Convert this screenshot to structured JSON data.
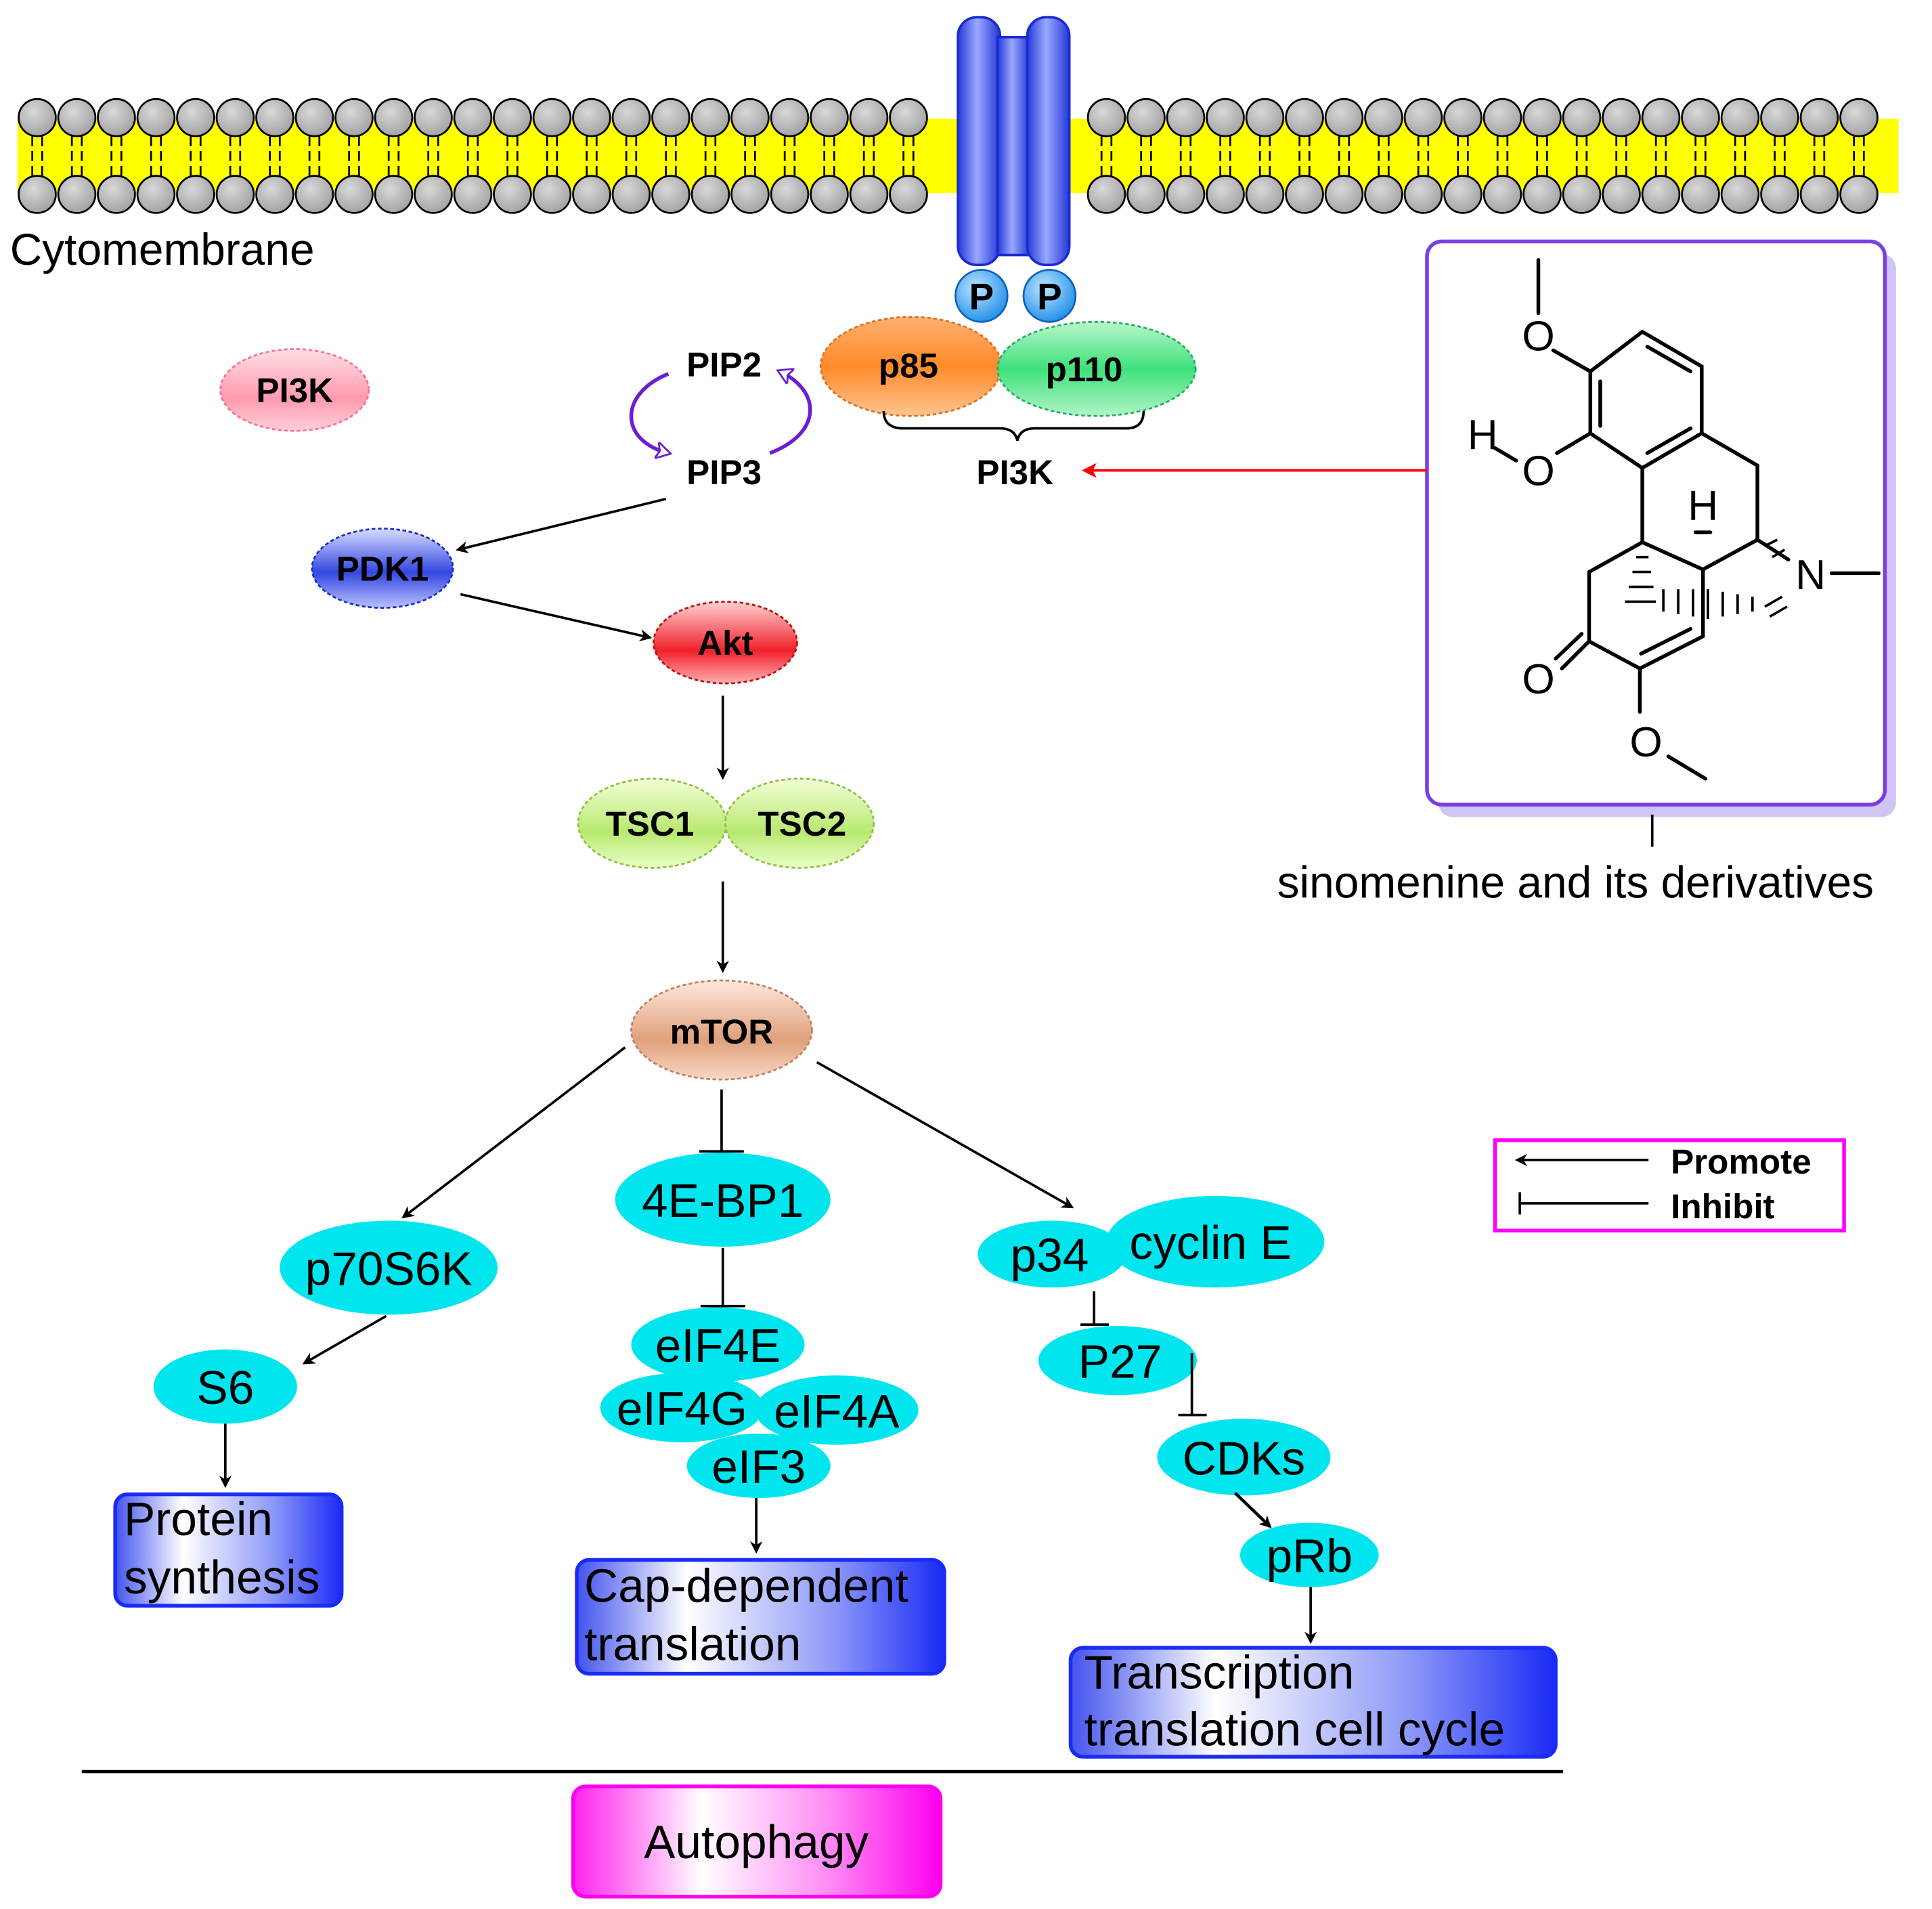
{
  "membrane": {
    "label": "Cytomembrane",
    "tail_color": "#ffff00",
    "head_color": "#b4b4b4"
  },
  "receptor": {
    "color": "#4a5ff0",
    "phospho_label": "P"
  },
  "nodes": {
    "p85": "p85",
    "p110": "p110",
    "pi3k_complex": "PI3K",
    "pi3k_legend": "PI3K",
    "pip2": "PIP2",
    "pip3": "PIP3",
    "pdk1": "PDK1",
    "akt": "Akt",
    "tsc1": "TSC1",
    "tsc2": "TSC2",
    "mtor": "mTOR",
    "ebp1": "4E-BP1",
    "p70s6k": "p70S6K",
    "s6": "S6",
    "eif4e": "eIF4E",
    "eif4g": "eIF4G",
    "eif4a": "eIF4A",
    "eif3": "eIF3",
    "p34": "p34",
    "cyclin_e": "cyclin E",
    "p27": "P27",
    "cdks": "CDKs",
    "prb": "pRb"
  },
  "outcomes": {
    "protein_synthesis": [
      "Protein",
      "synthesis"
    ],
    "cap_dependent": [
      "Cap-dependent",
      "translation"
    ],
    "transcription": [
      "Transcription",
      "translation cell cycle"
    ],
    "autophagy": "Autophagy"
  },
  "compound": {
    "caption": "sinomenine and its derivatives",
    "atoms": {
      "o_top": "O",
      "h": "H",
      "o_hydroxyl": "O",
      "h_stereo": "H",
      "n": "N",
      "o_ketone": "O",
      "o_methoxy": "O"
    }
  },
  "legend": {
    "promote": "Promote",
    "inhibit": "Inhibit"
  },
  "colors": {
    "cyan": "#00e5ee",
    "arrow": "#000000",
    "inhibitor_arrow": "#ff0000",
    "cycle_arrow": "#6a1fd0",
    "box_border": "#7a3fe0",
    "legend_border": "#ff00ff",
    "outcome_blue": "#1a2bf5",
    "autophagy_pink": "#ff00ee"
  }
}
